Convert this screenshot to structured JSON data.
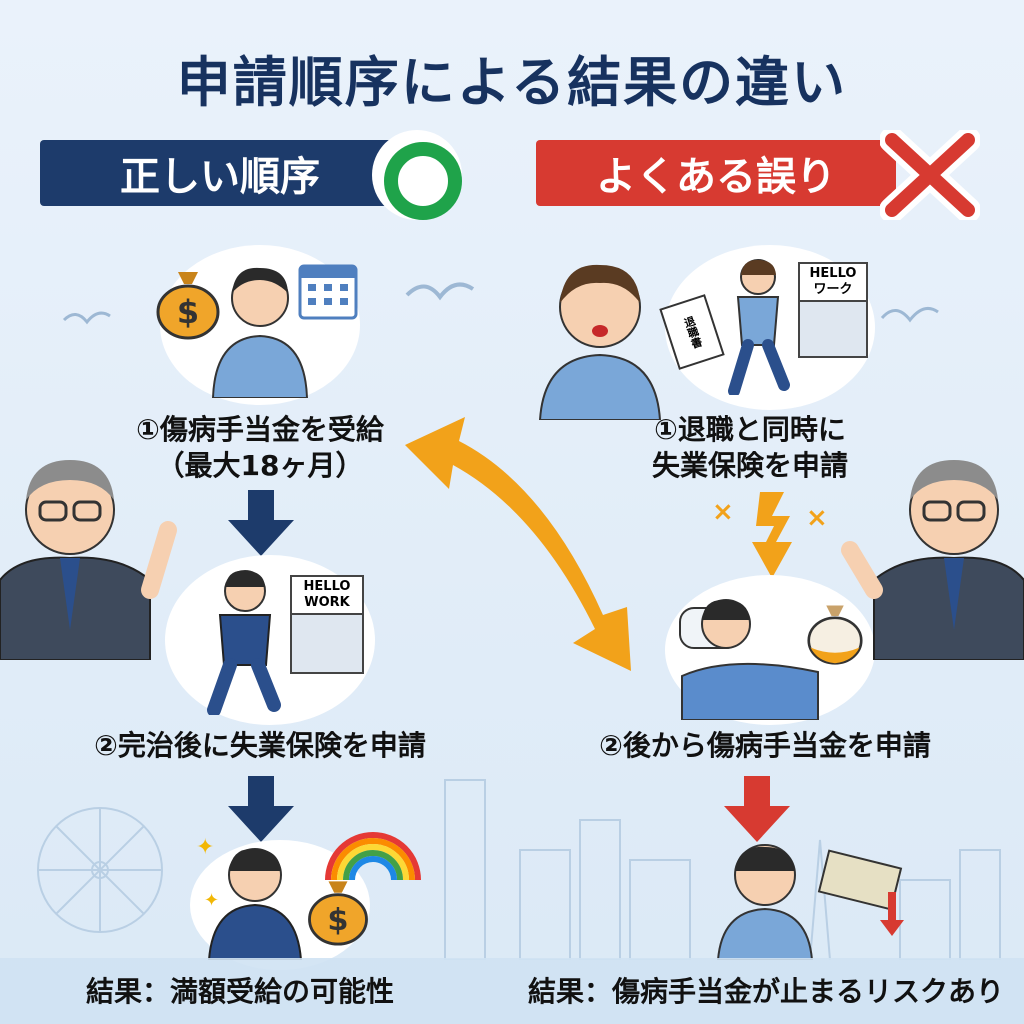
{
  "title": "申請順序による結果の違い",
  "correct": {
    "banner": "正しい順序",
    "step1_line1": "①傷病手当金を受給",
    "step1_line2": "（最大18ヶ月）",
    "step2": "②完治後に失業保険を申請",
    "result": "結果：満額受給の可能性",
    "hello_sign": "HELLO\nWORK"
  },
  "wrong": {
    "banner": "よくある誤り",
    "step1_line1": "①退職と同時に",
    "step1_line2": "失業保険を申請",
    "step2": "②後から傷病手当金を申請",
    "result": "結果：傷病手当金が止まるリスクあり",
    "hello_sign": "HELLO\nワーク",
    "resign_doc": "退職書"
  },
  "colors": {
    "navy": "#1d3b6b",
    "red": "#d73a31",
    "green": "#1fa34a",
    "orange": "#f2a21a"
  }
}
